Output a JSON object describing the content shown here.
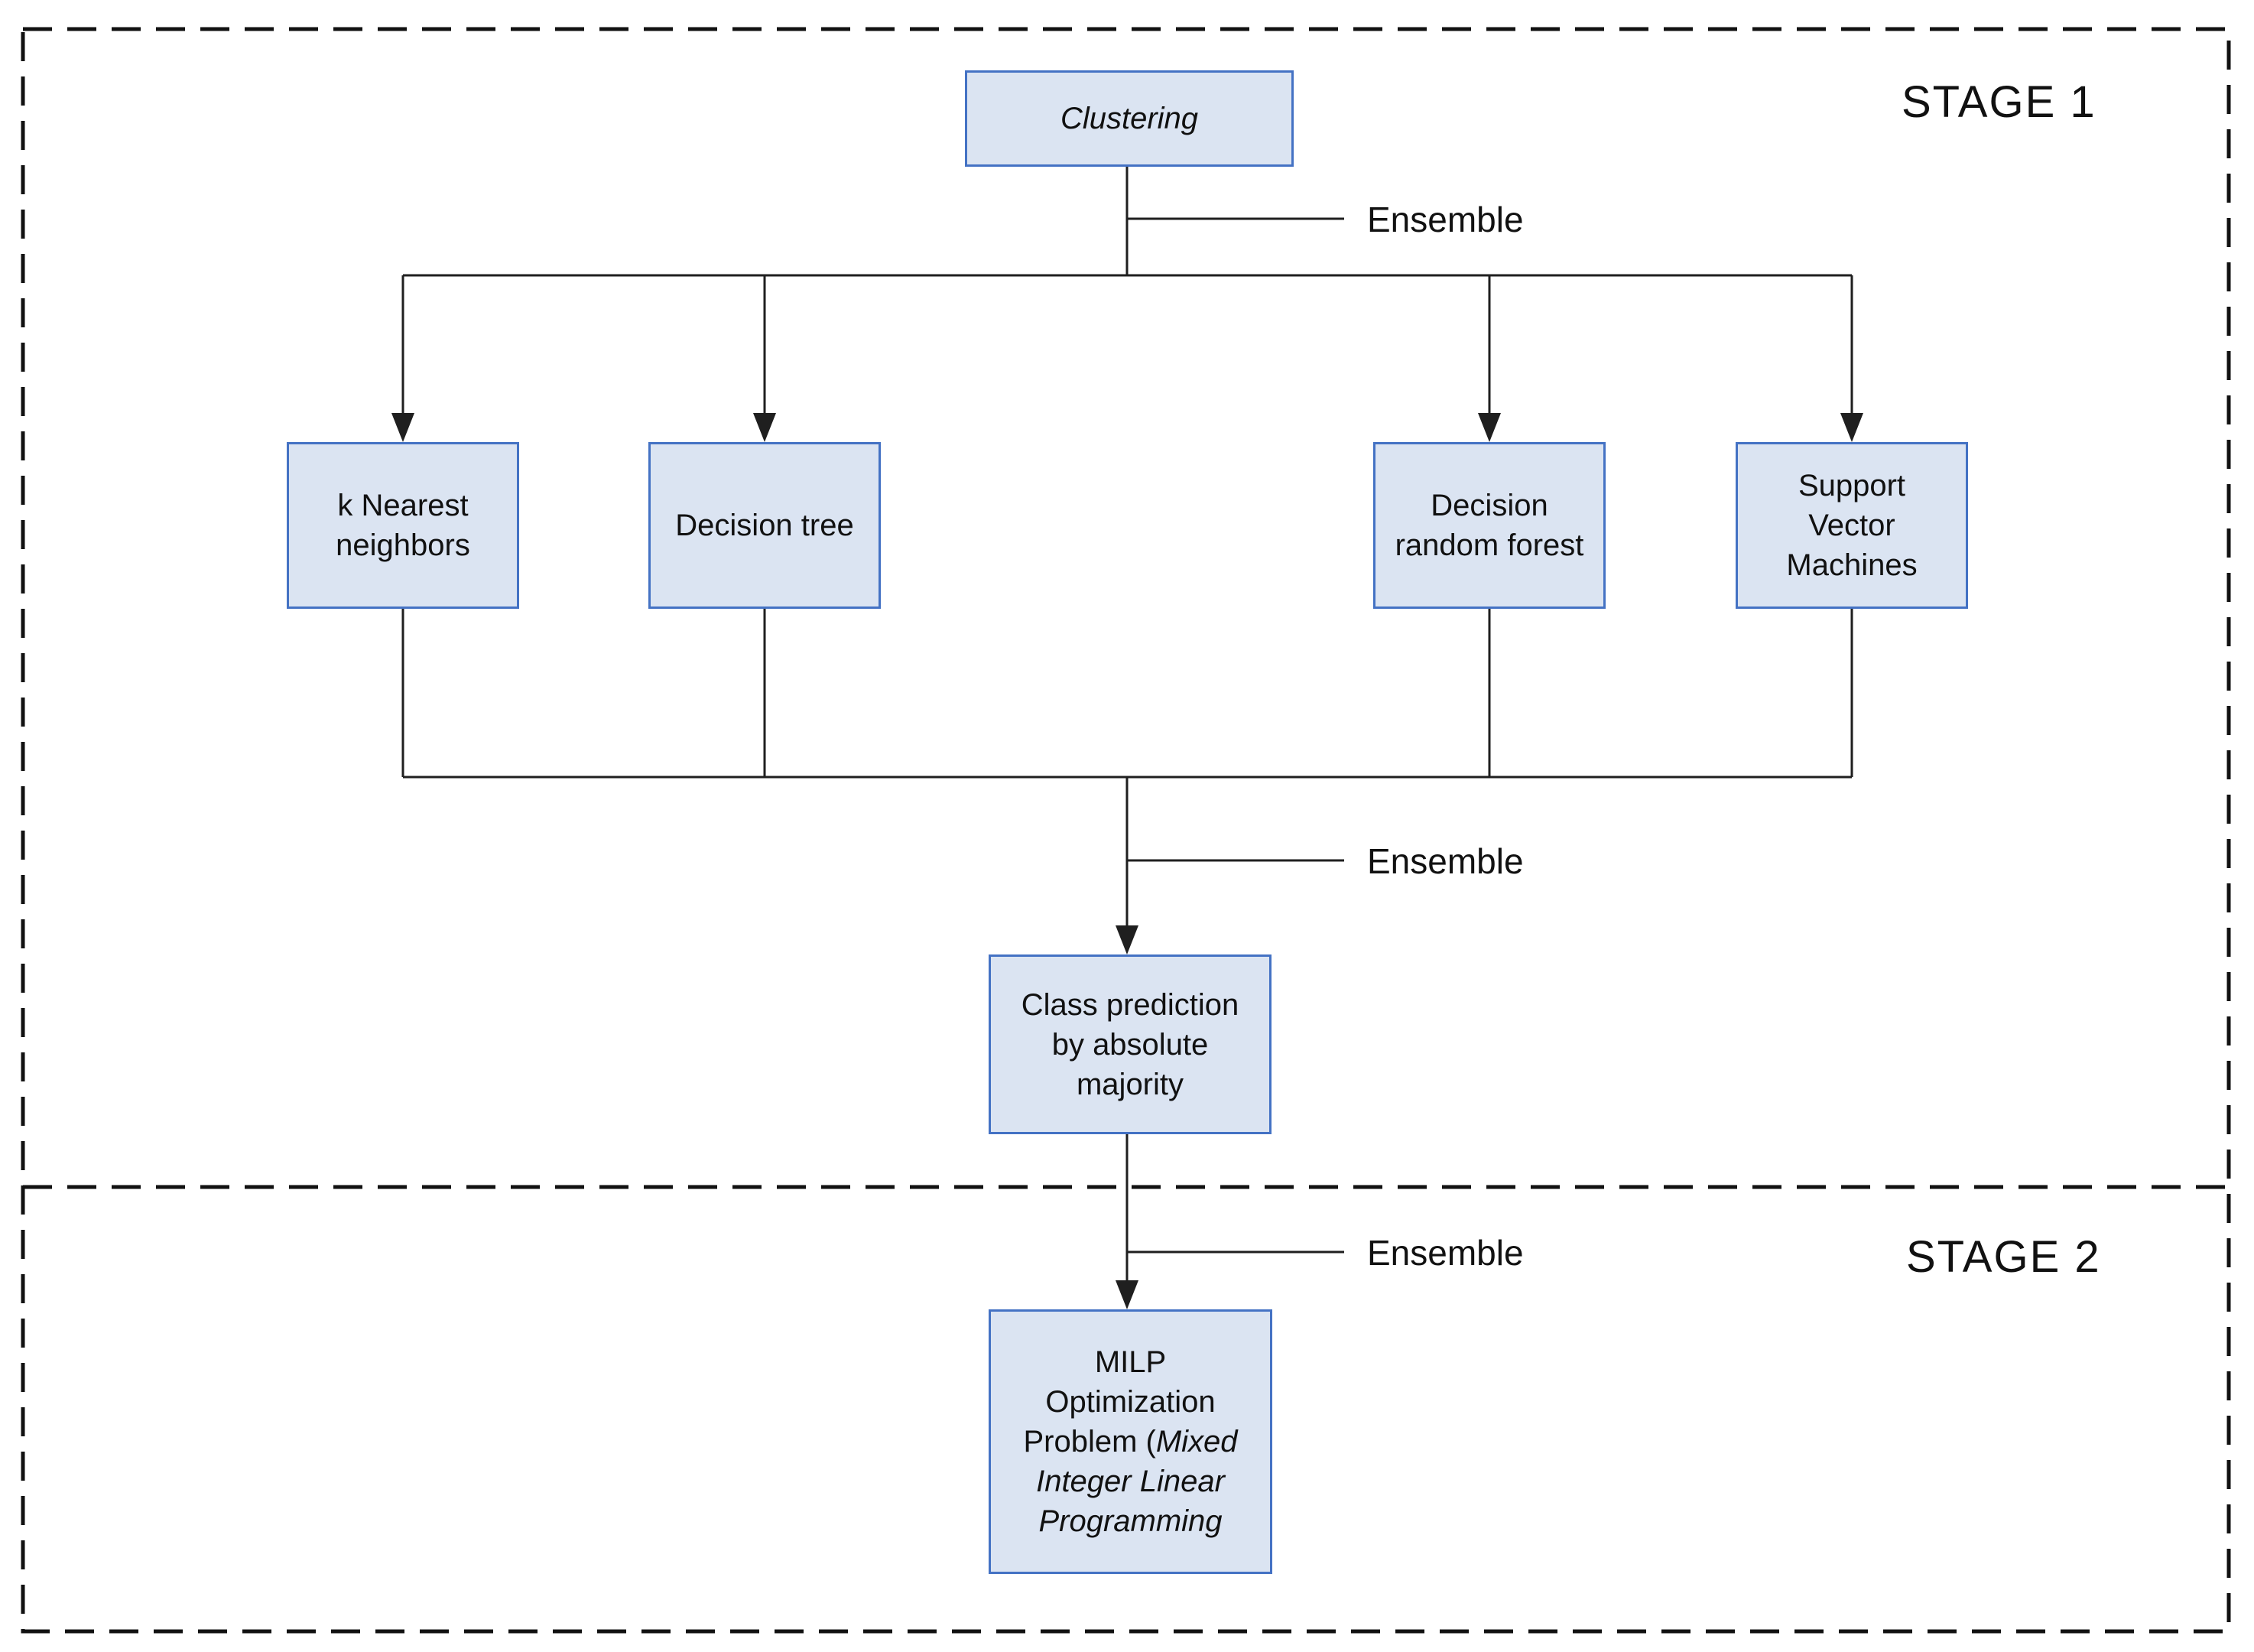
{
  "diagram": {
    "stage1_label": "STAGE 1",
    "stage2_label": "STAGE 2",
    "ensemble_top": "Ensemble",
    "ensemble_middle": "Ensemble",
    "ensemble_bottom": "Ensemble",
    "nodes": {
      "clustering": "Clustering",
      "knn": "k Nearest neighbors",
      "decision_tree": "Decision tree",
      "random_forest": "Decision random forest",
      "svm": "Support Vector Machines",
      "class_prediction": "Class prediction by absolute majority",
      "milp_regular": "MILP Optimization Problem (",
      "milp_italic": "Mixed Integer Linear Programming"
    }
  },
  "colors": {
    "node_fill": "#dbe4f2",
    "node_border": "#4472c4",
    "connector": "#1f1f1f",
    "dashed_border": "#111111"
  }
}
